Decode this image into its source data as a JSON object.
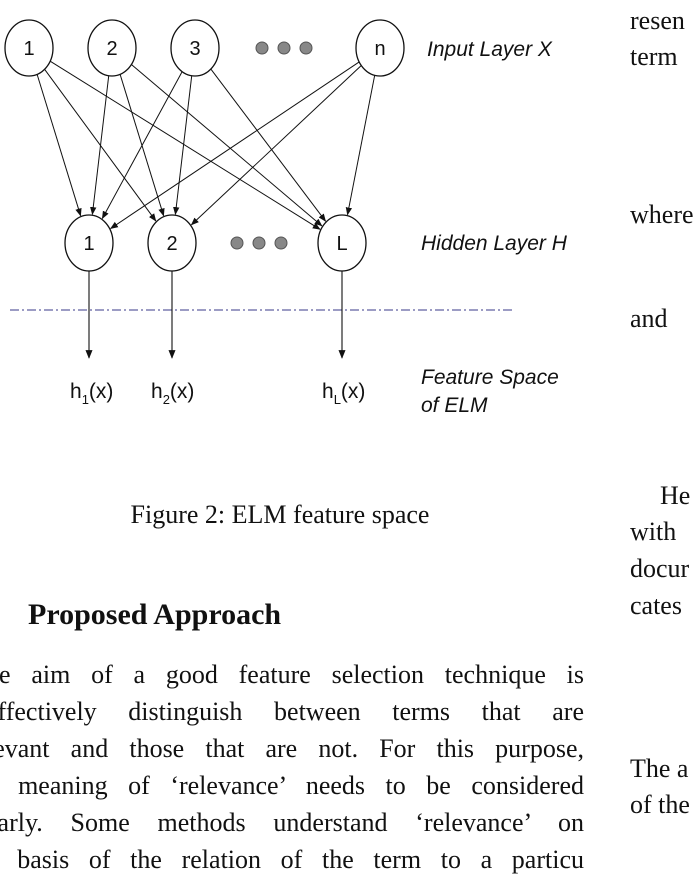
{
  "figure": {
    "input_nodes": [
      "1",
      "2",
      "3",
      "n"
    ],
    "hidden_nodes": [
      "1",
      "2",
      "L"
    ],
    "input_layer_label": "Input Layer X",
    "hidden_layer_label": "Hidden Layer H",
    "feature_space_label": [
      "Feature Space",
      "of ELM"
    ],
    "feature_outputs": [
      {
        "base": "h",
        "sub": "1",
        "arg": "(x)"
      },
      {
        "base": "h",
        "sub": "2",
        "arg": "(x)"
      },
      {
        "base": "h",
        "sub": "L",
        "arg": "(x)"
      }
    ]
  },
  "caption": "Figure 2: ELM feature space",
  "section_heading": "Proposed Approach",
  "body_lines": [
    "he aim of a good feature selection technique is",
    " effectively distinguish between terms that are",
    "levant and those that are not.  For this purpose,",
    "e meaning of ‘relevance’ needs to be considered",
    "early. Some methods understand ‘relevance’ on",
    "e basis of the relation of the term to a particu"
  ],
  "right_column": [
    "resen",
    "term",
    "where",
    "and",
    "He",
    "with",
    "docur",
    "cates",
    "The a",
    "of the"
  ]
}
